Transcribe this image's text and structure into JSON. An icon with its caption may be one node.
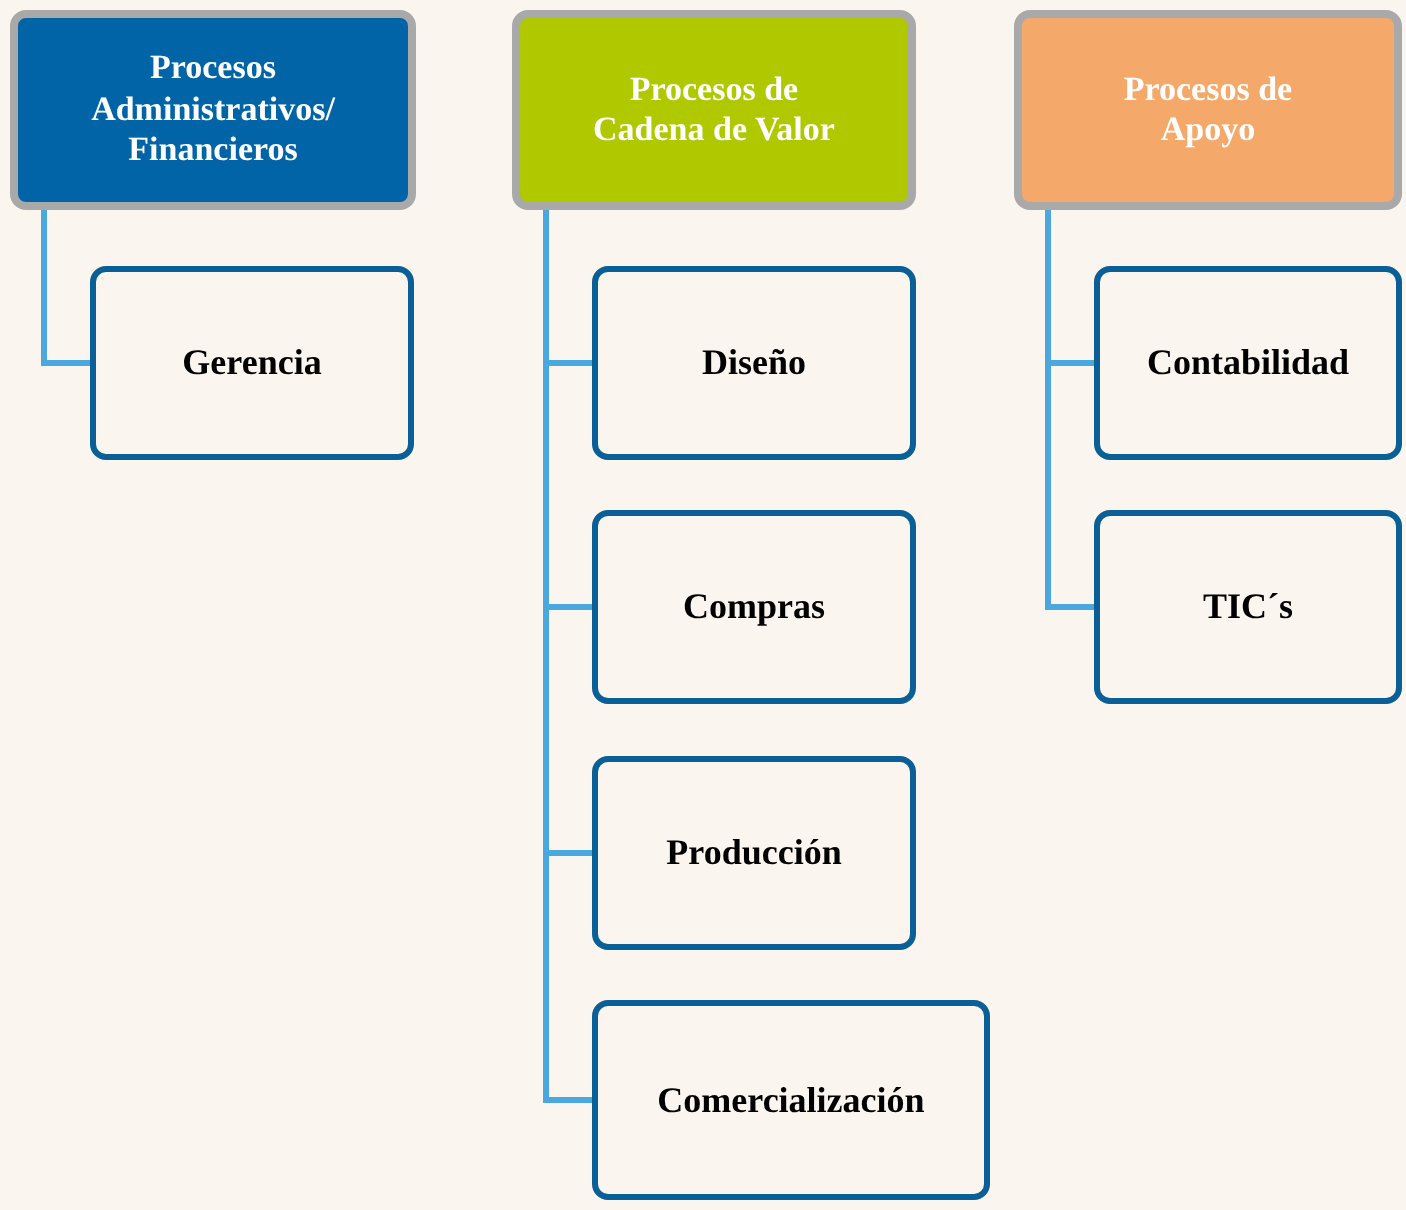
{
  "diagram": {
    "nodes": [
      {
        "text": [
          "Procesos Administrativos/ Financieros"
        ]
      },
      {
        "text": [
          "Gerencia"
        ]
      },
      {
        "text": [
          "Procesos de Cadena de Valor"
        ]
      },
      {
        "text": [
          "Diseño"
        ]
      },
      {
        "text": [
          "Compras"
        ]
      },
      {
        "text": [
          "Producción"
        ]
      },
      {
        "text": [
          "Comercialización"
        ]
      },
      {
        "text": [
          "Procesos de Apoyo"
        ]
      },
      {
        "text": [
          "Contabilidad"
        ]
      },
      {
        "text": [
          "TIC´s"
        ]
      }
    ],
    "edges": [
      {
        "from": 0,
        "to": 1,
        "arrow": "none"
      },
      {
        "from": 2,
        "to": 3,
        "arrow": "none"
      },
      {
        "from": 2,
        "to": 4,
        "arrow": "none"
      },
      {
        "from": 2,
        "to": 5,
        "arrow": "none"
      },
      {
        "from": 2,
        "to": 6,
        "arrow": "none"
      },
      {
        "from": 7,
        "to": 8,
        "arrow": "none"
      },
      {
        "from": 7,
        "to": 9,
        "arrow": "none"
      }
    ]
  }
}
